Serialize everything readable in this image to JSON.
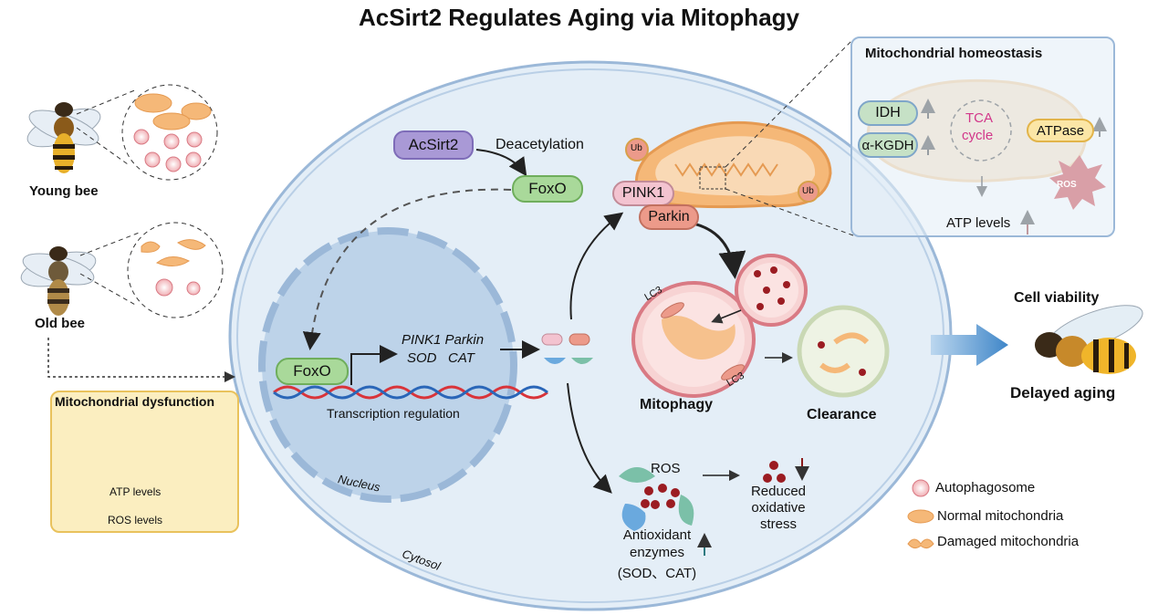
{
  "title": "AcSirt2 Regulates Aging via Mitophagy",
  "bees": {
    "young_label": "Young bee",
    "old_label": "Old bee"
  },
  "dysfunction_panel": {
    "title": "Mitochondrial dysfunction",
    "atp": "ATP levels",
    "ros": "ROS levels"
  },
  "cell": {
    "acsirt2": "AcSirt2",
    "deacetylation": "Deacetylation",
    "foxo_cyto": "FoxO",
    "foxo_nuc": "FoxO",
    "genes_line1": "PINK1 Parkin",
    "genes_line2": "SOD   CAT",
    "transcription": "Transcription regulation",
    "nucleus": "Nucleus",
    "cytosol": "Cytosol",
    "ub1": "Ub",
    "ub2": "Ub",
    "pink1": "PINK1",
    "parkin": "Parkin",
    "lc3_a": "LC3",
    "lc3_b": "LC3",
    "mitophagy": "Mitophagy",
    "clearance": "Clearance",
    "ros": "ROS",
    "reduced_line1": "Reduced",
    "reduced_line2": "oxidative",
    "reduced_line3": "stress",
    "antiox_line1": "Antioxidant",
    "antiox_line2": "enzymes",
    "antiox_line3": "(SOD、CAT)"
  },
  "homeostasis": {
    "title": "Mitochondrial homeostasis",
    "idh": "IDH",
    "akgdh": "α-KGDH",
    "tca_line1": "TCA",
    "tca_line2": "cycle",
    "atpase": "ATPase",
    "ros": "ROS",
    "atp_levels": "ATP levels"
  },
  "outcome": {
    "viability": "Cell viability",
    "aging": "Delayed aging"
  },
  "legend": [
    {
      "icon": "autophagosome-icon",
      "label": "Autophagosome"
    },
    {
      "icon": "normal-mitochondria-icon",
      "label": "Normal mitochondria"
    },
    {
      "icon": "damaged-mitochondria-icon",
      "label": "Damaged mitochondria"
    }
  ],
  "colors": {
    "cell_fill": "#e4eef7",
    "cell_border": "#9bb8d8",
    "nucleus_fill": "#bdd3e9",
    "mito_orange": "#f5b878",
    "mito_inner": "#f9d9b5",
    "green_pill": "#a9d99a",
    "purple_pill": "#a999d6",
    "pink_pill": "#f3c3d0",
    "salmon_pill": "#ec9a8a",
    "teal": "#7bc0a8",
    "blue_enzyme": "#6aa9de",
    "dark_red": "#9b1c22",
    "panel_yellow": "#fbeec0",
    "arrow_blue": "#3f86c8"
  }
}
